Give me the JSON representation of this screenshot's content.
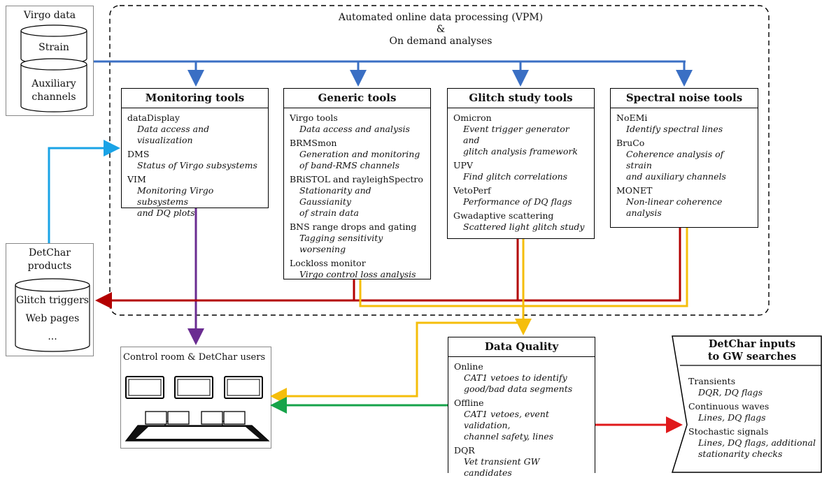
{
  "vpm_title": [
    "Automated online data processing (VPM)",
    "&",
    "On demand analyses"
  ],
  "virgo_data": {
    "title": "Virgo data",
    "strain": "Strain",
    "auxiliary": [
      "Auxiliary",
      "channels"
    ]
  },
  "detchar_products": {
    "title": [
      "DetChar",
      "products"
    ],
    "items": [
      "Glitch triggers",
      "Web pages",
      "..."
    ]
  },
  "control_room": {
    "title": "Control room & DetChar users"
  },
  "boxes": {
    "monitoring": {
      "title": "Monitoring tools",
      "items": [
        {
          "name": "dataDisplay",
          "desc": [
            "Data access and visualization"
          ]
        },
        {
          "name": "DMS",
          "desc": [
            "Status of Virgo subsystems"
          ]
        },
        {
          "name": "VIM",
          "desc": [
            "Monitoring Virgo subsystems",
            "and DQ plots"
          ]
        }
      ]
    },
    "generic": {
      "title": "Generic tools",
      "items": [
        {
          "name": "Virgo tools",
          "desc": [
            "Data access and analysis"
          ]
        },
        {
          "name": "BRMSmon",
          "desc": [
            "Generation and monitoring",
            "of band-RMS channels"
          ]
        },
        {
          "name": "BRiSTOL and rayleighSpectro",
          "desc": [
            "Stationarity and Gaussianity",
            "of strain data"
          ]
        },
        {
          "name": "BNS range drops and gating",
          "desc": [
            "Tagging sensitivity worsening"
          ]
        },
        {
          "name": "Lockloss monitor",
          "desc": [
            "Virgo control loss analysis"
          ]
        }
      ]
    },
    "glitch": {
      "title": "Glitch study tools",
      "items": [
        {
          "name": "Omicron",
          "desc": [
            "Event trigger generator and",
            "glitch analysis framework"
          ]
        },
        {
          "name": "UPV",
          "desc": [
            "Find glitch correlations"
          ]
        },
        {
          "name": "VetoPerf",
          "desc": [
            "Performance of DQ flags"
          ]
        },
        {
          "name": "Gwadaptive scattering",
          "desc": [
            "Scattered light glitch study"
          ]
        }
      ]
    },
    "spectral": {
      "title": "Spectral noise tools",
      "items": [
        {
          "name": "NoEMi",
          "desc": [
            "Identify spectral lines"
          ]
        },
        {
          "name": "BruCo",
          "desc": [
            "Coherence analysis of strain",
            "and auxiliary channels"
          ]
        },
        {
          "name": "MONET",
          "desc": [
            "Non-linear coherence",
            "analysis"
          ]
        }
      ]
    },
    "dq": {
      "title": "Data Quality",
      "items": [
        {
          "name": "Online",
          "desc": [
            "CAT1 vetoes to identify",
            "good/bad data segments"
          ]
        },
        {
          "name": "Offline",
          "desc": [
            "CAT1 vetoes, event validation,",
            "channel safety, lines"
          ]
        },
        {
          "name": "DQR",
          "desc": [
            "Vet transient GW candidates"
          ]
        }
      ]
    },
    "inputs": {
      "title": [
        "DetChar inputs",
        "to GW searches"
      ],
      "items": [
        {
          "name": "Transients",
          "desc": [
            "DQR, DQ flags"
          ]
        },
        {
          "name": "Continuous waves",
          "desc": [
            "Lines, DQ flags"
          ]
        },
        {
          "name": "Stochastic signals",
          "desc": [
            "Lines, DQ flags, additional",
            "stationarity checks"
          ]
        }
      ]
    }
  },
  "colors": {
    "blue": "#3a6fc4",
    "cyan": "#1aa3e6",
    "purple": "#6a2c91",
    "darkred": "#b30000",
    "yellow": "#f5be0b",
    "green": "#16a34a",
    "red": "#e0191b"
  }
}
